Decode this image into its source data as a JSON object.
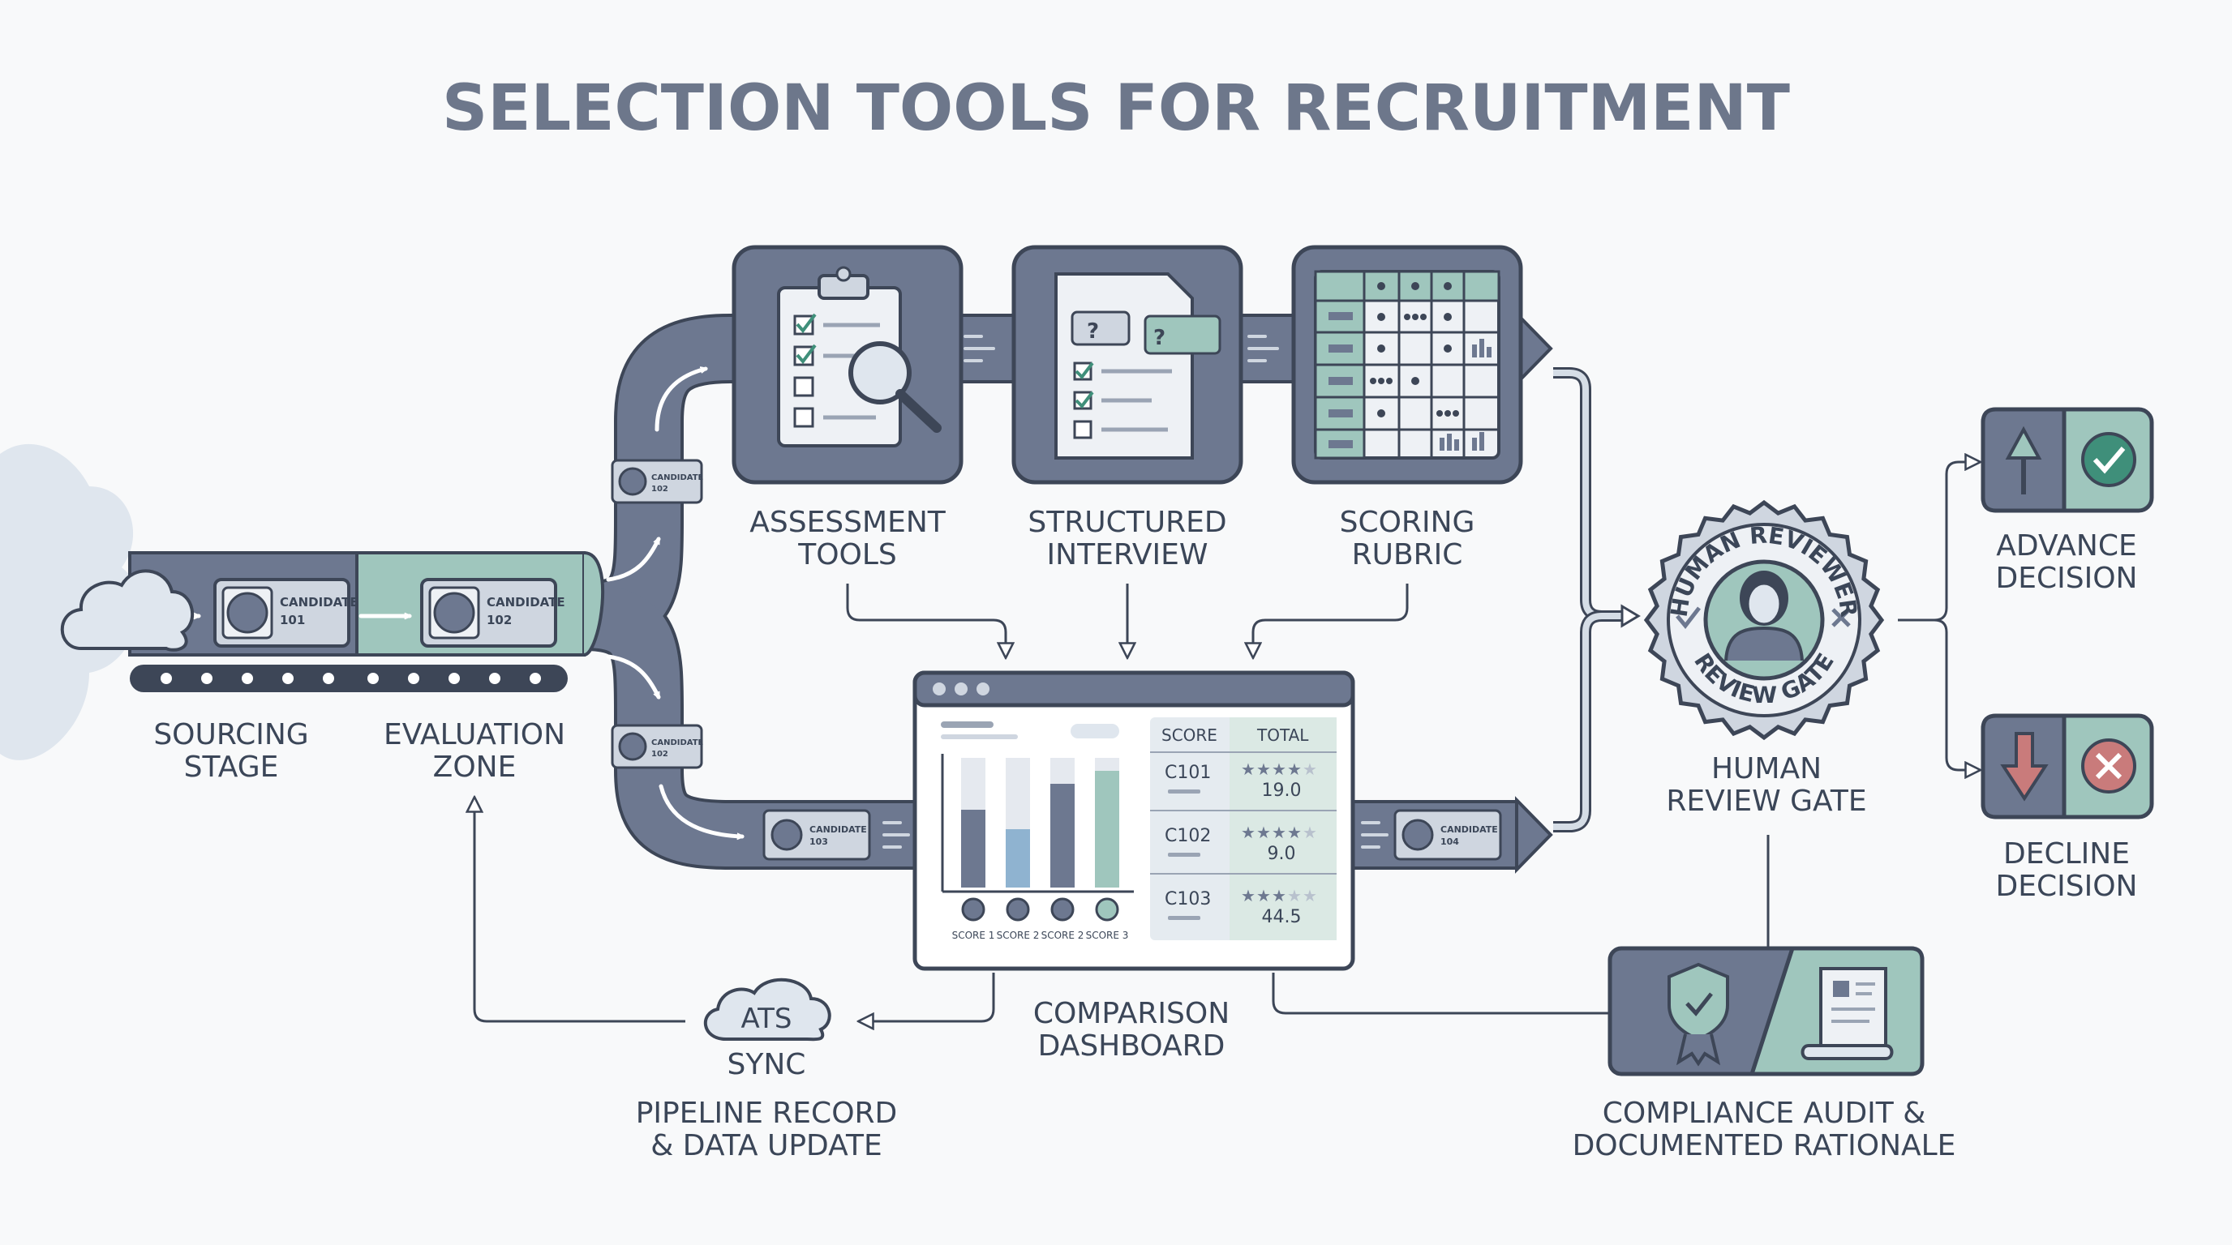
{
  "title": "SELECTION TOOLS FOR RECRUITMENT",
  "colors": {
    "slate": "#6d7890",
    "slate_dark": "#4f5a6e",
    "sage": "#9fc6bd",
    "sage_light": "#cfe3de",
    "line": "#3d4657",
    "title": "#6d778b",
    "text": "#3b4658",
    "decline_red": "#c97b7b"
  },
  "stages": {
    "sourcing": {
      "line1": "SOURCING",
      "line2": "STAGE"
    },
    "evaluation": {
      "line1": "EVALUATION",
      "line2": "ZONE"
    },
    "assessment": {
      "line1": "ASSESSMENT",
      "line2": "TOOLS"
    },
    "interview": {
      "line1": "STRUCTURED",
      "line2": "INTERVIEW"
    },
    "rubric": {
      "line1": "SCORING",
      "line2": "RUBRIC"
    },
    "review": {
      "line1": "HUMAN",
      "line2": "REVIEW GATE"
    },
    "advance": {
      "line1": "ADVANCE",
      "line2": "DECISION"
    },
    "decline": {
      "line1": "DECLINE",
      "line2": "DECISION"
    },
    "dashboard": {
      "line1": "COMPARISON",
      "line2": "DASHBOARD"
    },
    "sync": {
      "line1": "SYNC",
      "line2": "PIPELINE RECORD",
      "line3": "& DATA UPDATE"
    },
    "compliance": {
      "line1": "COMPLIANCE AUDIT &",
      "line2": "DOCUMENTED RATIONALE"
    }
  },
  "candidate_label": "CANDIDATE",
  "candidates": [
    "101",
    "102",
    "102",
    "102",
    "103",
    "104"
  ],
  "icons": [
    "cloud-icon",
    "clipboard-checklist-icon",
    "magnifier-icon",
    "question-document-icon",
    "rubric-grid-icon",
    "reviewer-person-icon",
    "arrow-up-icon",
    "check-icon",
    "arrow-down-icon",
    "x-icon",
    "shield-check-icon",
    "scroll-document-icon",
    "avatar-icon"
  ],
  "ats_label": "ATS",
  "seal": {
    "top": "HUMAN REVIEWER",
    "bottom": "REVIEW GATE"
  },
  "dashboard": {
    "table_headers": [
      "SCORE",
      "TOTAL"
    ],
    "rows": [
      {
        "id": "C101",
        "stars": 4,
        "total": "19.0"
      },
      {
        "id": "C102",
        "stars": 4,
        "total": "9.0"
      },
      {
        "id": "C103",
        "stars": 3,
        "total": "44.5"
      }
    ],
    "bar_labels": [
      "SCORE 1",
      "SCORE 2",
      "SCORE 2",
      "SCORE 3"
    ],
    "bar_levels": [
      0.6,
      0.45,
      0.8,
      0.9
    ]
  }
}
